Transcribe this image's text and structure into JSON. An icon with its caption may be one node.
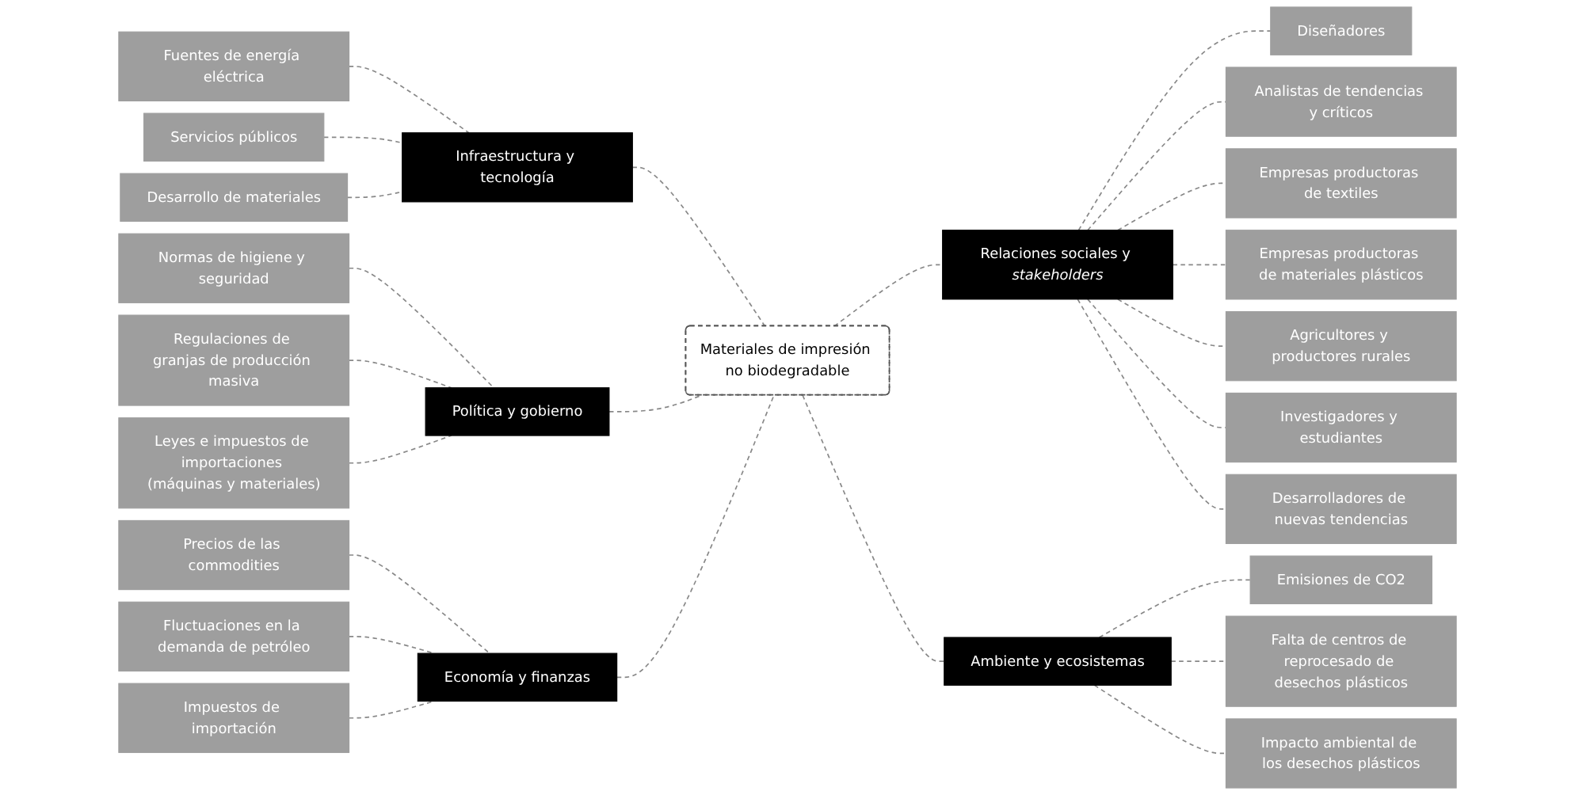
{
  "diagram": {
    "nodes": [
      {
        "text": [
          "Materiales de impresión no biodegradable"
        ]
      },
      {
        "text": [
          "Infraestructura y tecnología"
        ]
      },
      {
        "text": [
          "Fuentes de energía eléctrica"
        ]
      },
      {
        "text": [
          "Servicios públicos"
        ]
      },
      {
        "text": [
          "Desarrollo de materiales"
        ]
      },
      {
        "text": [
          "Política y gobierno"
        ]
      },
      {
        "text": [
          "Normas de higiene y seguridad"
        ]
      },
      {
        "text": [
          "Regulaciones de granjas de producción masiva"
        ]
      },
      {
        "text": [
          "Leyes e impuestos de importaciones (máquinas y materiales)"
        ]
      },
      {
        "text": [
          "Economía y finanzas"
        ]
      },
      {
        "text": [
          "Precios de las commodities"
        ]
      },
      {
        "text": [
          "Fluctuaciones en la demanda de petróleo"
        ]
      },
      {
        "text": [
          "Impuestos de importación"
        ]
      },
      {
        "text": [
          "Relaciones sociales y *stakeholders*"
        ]
      },
      {
        "text": [
          "Diseñadores"
        ]
      },
      {
        "text": [
          "Analistas de tendencias y críticos"
        ]
      },
      {
        "text": [
          "Empresas productoras de textiles"
        ]
      },
      {
        "text": [
          "Empresas productoras de materiales plásticos"
        ]
      },
      {
        "text": [
          "Agricultores y productores rurales"
        ]
      },
      {
        "text": [
          "Investigadores y estudiantes"
        ]
      },
      {
        "text": [
          "Desarrolladores de nuevas tendencias"
        ]
      },
      {
        "text": [
          "Ambiente y ecosistemas"
        ]
      },
      {
        "text": [
          "Emisiones de CO2"
        ]
      },
      {
        "text": [
          "Falta de centros de reprocesado de desechos plásticos"
        ]
      },
      {
        "text": [
          "Impacto ambiental de los desechos plásticos"
        ]
      }
    ],
    "edges": [
      {
        "from": 1,
        "to": 0,
        "arrow": "none",
        "style": "dashed"
      },
      {
        "from": 2,
        "to": 1,
        "arrow": "none",
        "style": "dashed"
      },
      {
        "from": 3,
        "to": 1,
        "arrow": "none",
        "style": "dashed"
      },
      {
        "from": 4,
        "to": 1,
        "arrow": "none",
        "style": "dashed"
      },
      {
        "from": 5,
        "to": 0,
        "arrow": "none",
        "style": "dashed"
      },
      {
        "from": 6,
        "to": 5,
        "arrow": "none",
        "style": "dashed"
      },
      {
        "from": 7,
        "to": 5,
        "arrow": "none",
        "style": "dashed"
      },
      {
        "from": 8,
        "to": 5,
        "arrow": "none",
        "style": "dashed"
      },
      {
        "from": 9,
        "to": 0,
        "arrow": "none",
        "style": "dashed"
      },
      {
        "from": 10,
        "to": 9,
        "arrow": "none",
        "style": "dashed"
      },
      {
        "from": 11,
        "to": 9,
        "arrow": "none",
        "style": "dashed"
      },
      {
        "from": 12,
        "to": 9,
        "arrow": "none",
        "style": "dashed"
      },
      {
        "from": 0,
        "to": 13,
        "arrow": "none",
        "style": "dashed"
      },
      {
        "from": 13,
        "to": 14,
        "arrow": "none",
        "style": "dashed"
      },
      {
        "from": 13,
        "to": 15,
        "arrow": "none",
        "style": "dashed"
      },
      {
        "from": 13,
        "to": 16,
        "arrow": "none",
        "style": "dashed"
      },
      {
        "from": 13,
        "to": 17,
        "arrow": "none",
        "style": "dashed"
      },
      {
        "from": 13,
        "to": 18,
        "arrow": "none",
        "style": "dashed"
      },
      {
        "from": 13,
        "to": 19,
        "arrow": "none",
        "style": "dashed"
      },
      {
        "from": 13,
        "to": 20,
        "arrow": "none",
        "style": "dashed"
      },
      {
        "from": 0,
        "to": 21,
        "arrow": "none",
        "style": "dashed"
      },
      {
        "from": 21,
        "to": 22,
        "arrow": "none",
        "style": "dashed"
      },
      {
        "from": 21,
        "to": 23,
        "arrow": "none",
        "style": "dashed"
      },
      {
        "from": 21,
        "to": 24,
        "arrow": "none",
        "style": "dashed"
      }
    ]
  }
}
